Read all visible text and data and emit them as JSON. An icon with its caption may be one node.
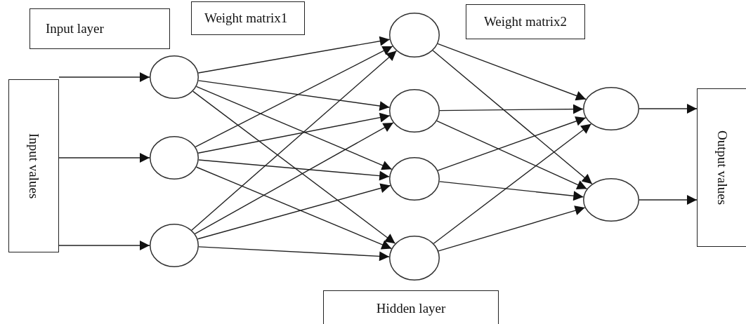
{
  "diagram": {
    "nodes": [
      {
        "text": [
          "Input layer"
        ]
      },
      {
        "text": [
          "Weight matrix1"
        ]
      },
      {
        "text": [
          "Weight matrix2"
        ]
      },
      {
        "text": [
          "Input values"
        ]
      },
      {
        "text": [],
        "shape": "circle"
      },
      {
        "text": [],
        "shape": "circle"
      },
      {
        "text": [],
        "shape": "circle"
      },
      {
        "text": [],
        "shape": "circle"
      },
      {
        "text": [],
        "shape": "circle"
      },
      {
        "text": [],
        "shape": "circle"
      },
      {
        "text": [],
        "shape": "circle"
      },
      {
        "text": [],
        "shape": "circle"
      },
      {
        "text": [],
        "shape": "circle"
      },
      {
        "text": [
          "Output values"
        ]
      },
      {
        "text": [
          "Hidden layer"
        ]
      }
    ],
    "edges": [
      {
        "from": 3,
        "to": 4,
        "arrow": "to"
      },
      {
        "from": 3,
        "to": 5,
        "arrow": "to"
      },
      {
        "from": 3,
        "to": 6,
        "arrow": "to"
      },
      {
        "from": 4,
        "to": 7,
        "arrow": "to"
      },
      {
        "from": 4,
        "to": 8,
        "arrow": "to"
      },
      {
        "from": 4,
        "to": 9,
        "arrow": "to"
      },
      {
        "from": 4,
        "to": 10,
        "arrow": "to"
      },
      {
        "from": 5,
        "to": 7,
        "arrow": "to"
      },
      {
        "from": 5,
        "to": 8,
        "arrow": "to"
      },
      {
        "from": 5,
        "to": 9,
        "arrow": "to"
      },
      {
        "from": 5,
        "to": 10,
        "arrow": "to"
      },
      {
        "from": 6,
        "to": 7,
        "arrow": "to"
      },
      {
        "from": 6,
        "to": 8,
        "arrow": "to"
      },
      {
        "from": 6,
        "to": 9,
        "arrow": "to"
      },
      {
        "from": 6,
        "to": 10,
        "arrow": "to"
      },
      {
        "from": 7,
        "to": 11,
        "arrow": "to"
      },
      {
        "from": 7,
        "to": 12,
        "arrow": "to"
      },
      {
        "from": 8,
        "to": 11,
        "arrow": "to"
      },
      {
        "from": 8,
        "to": 12,
        "arrow": "to"
      },
      {
        "from": 9,
        "to": 11,
        "arrow": "to"
      },
      {
        "from": 9,
        "to": 12,
        "arrow": "to"
      },
      {
        "from": 10,
        "to": 11,
        "arrow": "to"
      },
      {
        "from": 10,
        "to": 12,
        "arrow": "to"
      },
      {
        "from": 11,
        "to": 13,
        "arrow": "to"
      },
      {
        "from": 12,
        "to": 13,
        "arrow": "to"
      }
    ]
  }
}
